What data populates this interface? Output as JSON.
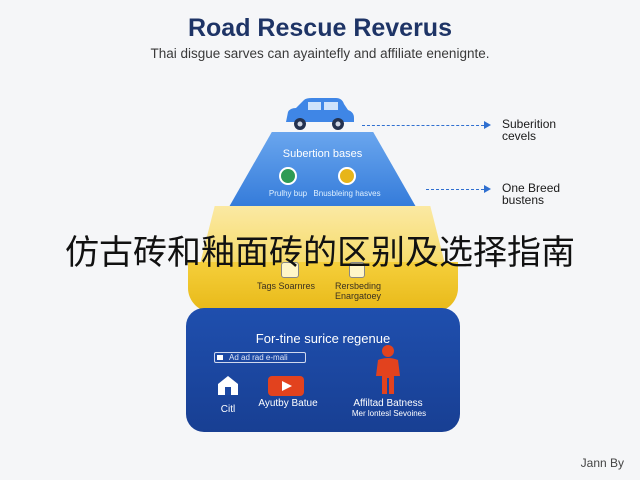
{
  "header": {
    "title": "Road Rescue Reverus",
    "subtitle": "Thai disgue sarves can ayaintefly and affiliate enenignte."
  },
  "tier1": {
    "label": "Subertion bases",
    "icon_left_label": "Prulhy bup",
    "icon_right_label": "Bnusbleing hasves",
    "icon_left": "green-circle-icon",
    "icon_right": "yellow-circle-icon"
  },
  "tier3": {
    "left_label": "Tags Soarnres",
    "right_label": "Rersbeding Enargatoey"
  },
  "tier4": {
    "heading": "For-tine surice regenue",
    "search_placeholder": "Ad ad rad e-mali",
    "item1_label": "Citl",
    "item2_label": "Ayutby Batue",
    "item3_label": "Affiltad Batness",
    "item3_sub": "Mer lontesl Sevoines"
  },
  "side": {
    "label1": "Suberition cevels",
    "label2": "One Breed bustens"
  },
  "overlay_text": "仿古砖和釉面砖的区别及选择指南",
  "credit": "Jann By",
  "colors": {
    "tier1": "#3b82e0",
    "tier2": "#f8e38a",
    "tier3": "#f1c524",
    "tier4": "#1c48a3",
    "accent_red": "#e2421e",
    "arrow": "#2f6fd0"
  }
}
